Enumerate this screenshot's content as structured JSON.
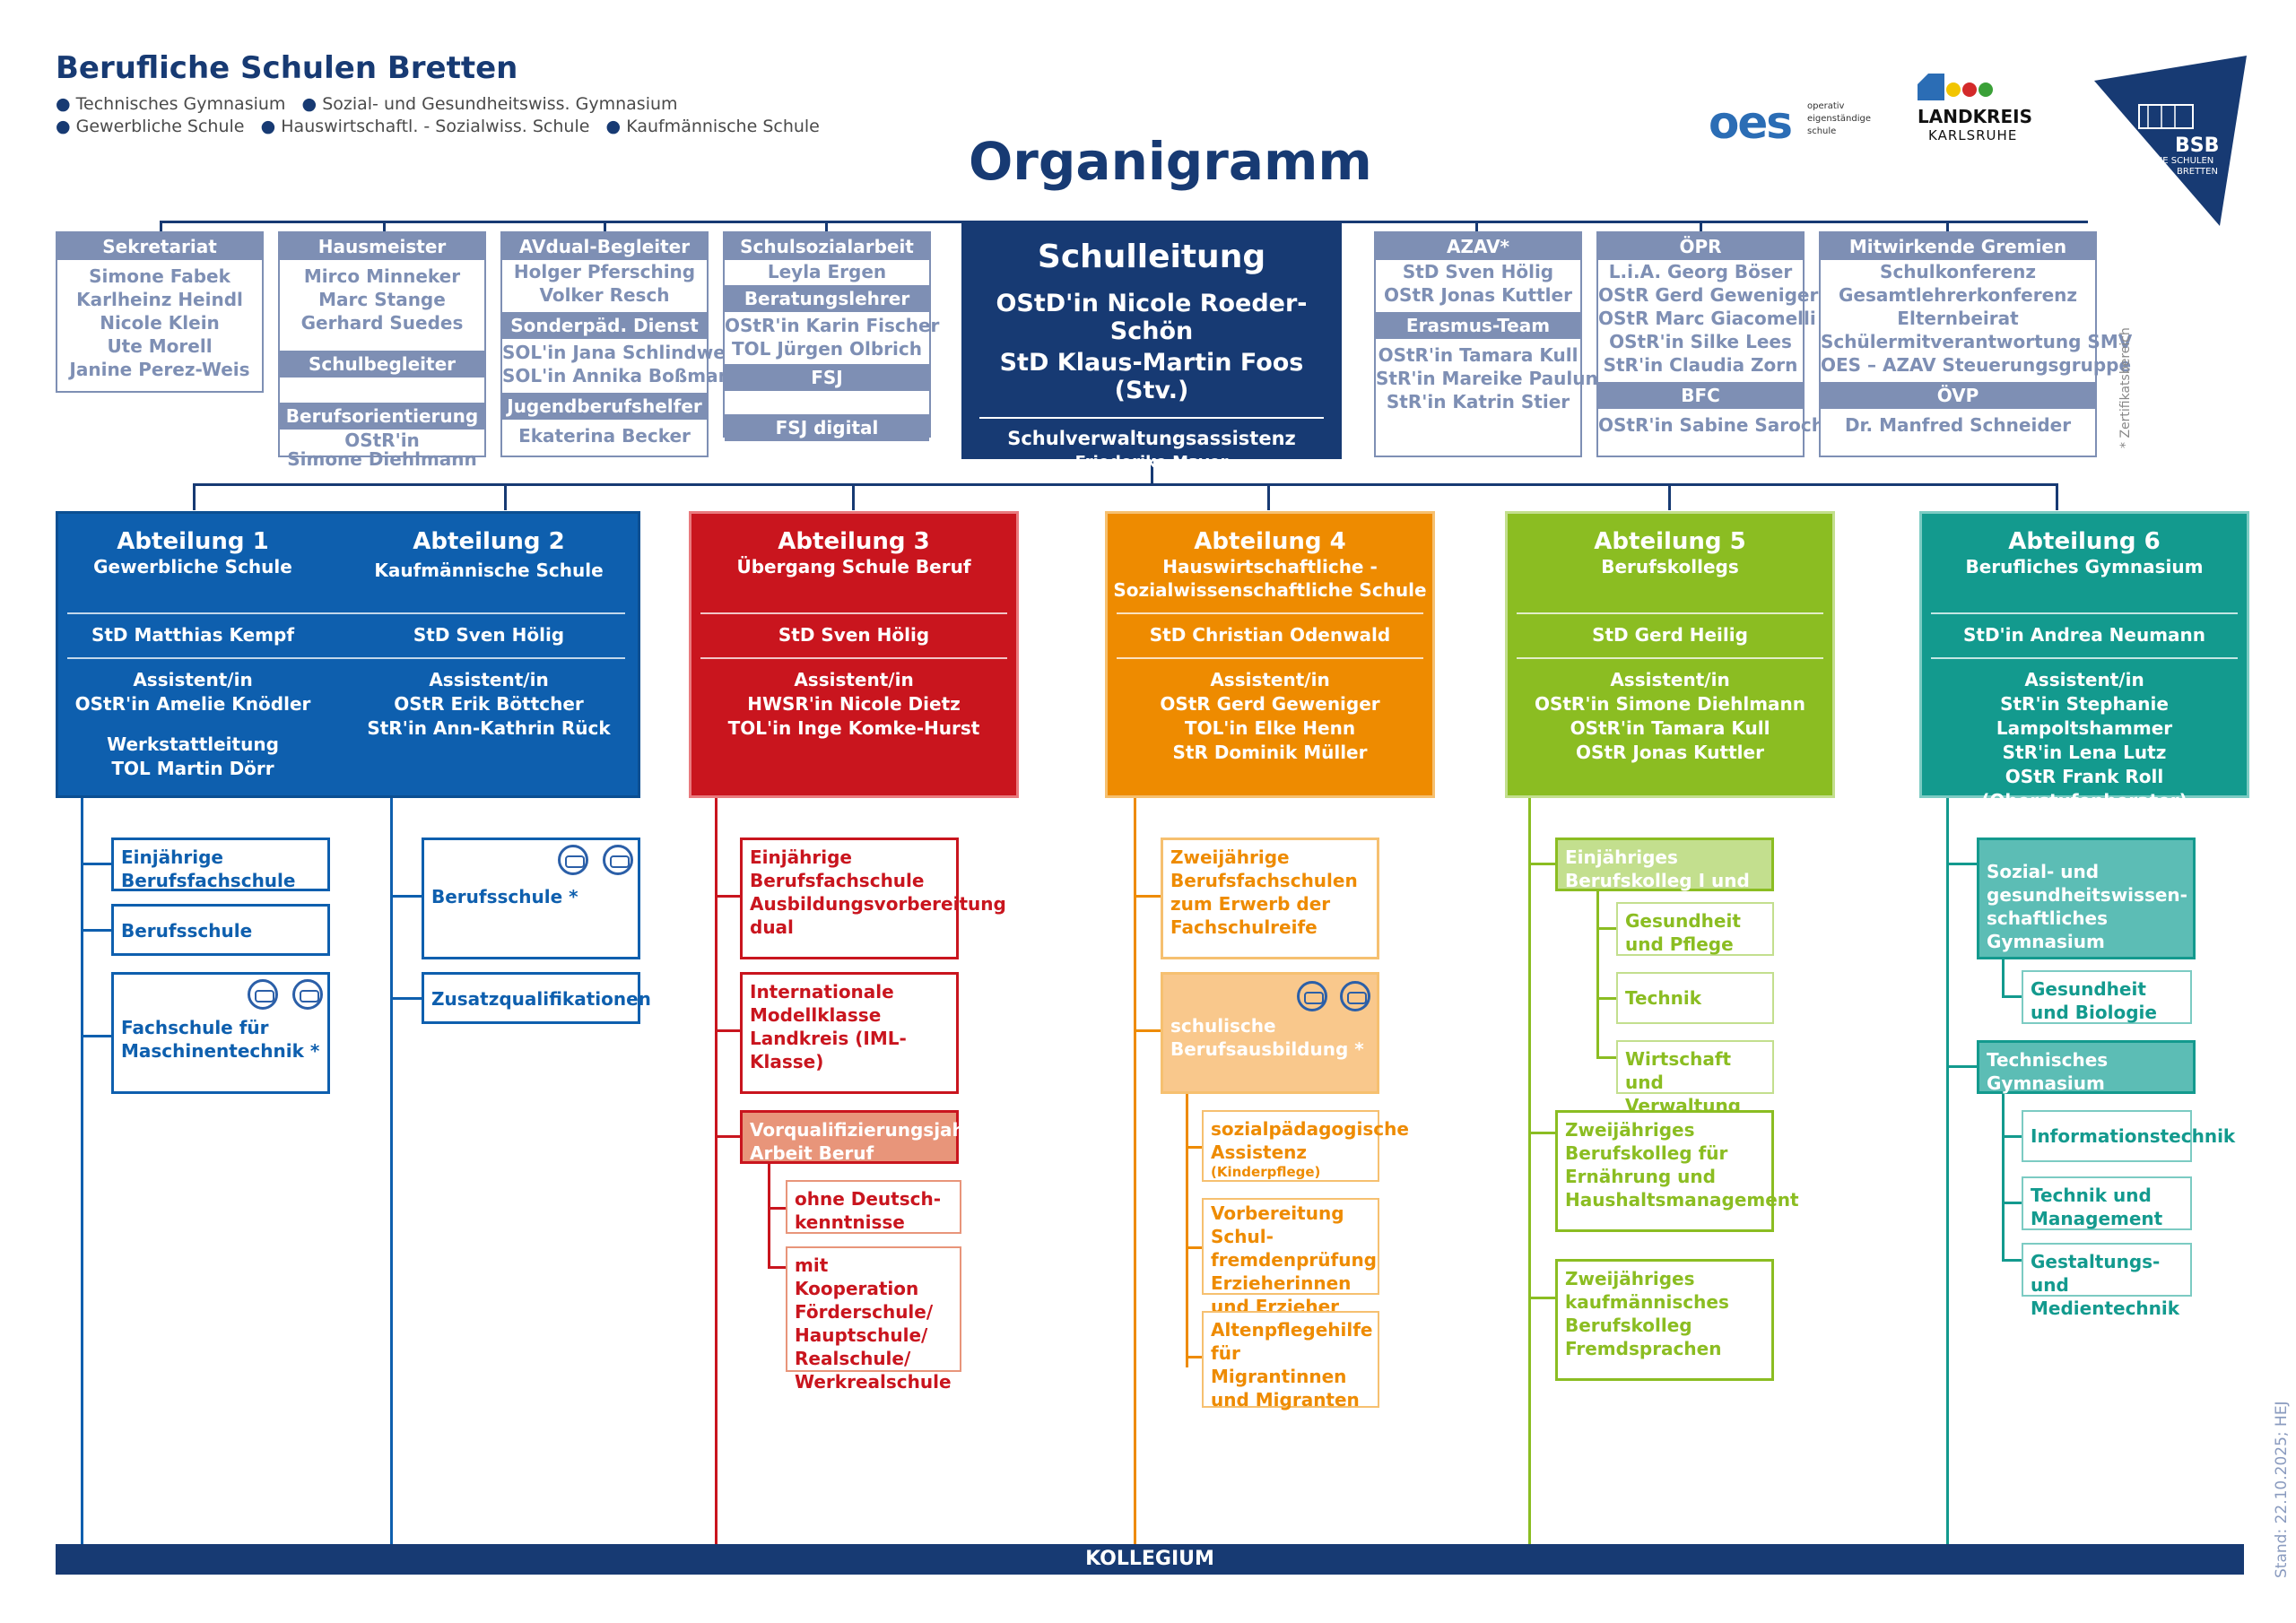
{
  "header": {
    "school": "Berufliche Schulen Bretten",
    "schools_row1": [
      "Technisches Gymnasium",
      "Sozial- und Gesundheitswiss. Gymnasium"
    ],
    "schools_row2": [
      "Gewerbliche Schule",
      "Hauswirtschaftl. - Sozialwiss. Schule",
      "Kaufmännische Schule"
    ],
    "title": "Organigramm"
  },
  "logos": {
    "oes": "oes",
    "oes_text": [
      "operativ",
      "eigenständige",
      "schule"
    ],
    "landkreis": "LANDKREIS",
    "landkreis_sub": "KARLSRUHE",
    "bsb": "BSB",
    "bsb_text": [
      "BERUFLICHE SCHULEN",
      "BRETTEN"
    ]
  },
  "leadership": {
    "title": "Schulleitung",
    "head": "OStD'in Nicole Roeder-Schön",
    "deputy": "StD Klaus-Martin Foos (Stv.)",
    "assistant_title": "Schulverwaltungsassistenz",
    "assistant": "Friederike Mayer"
  },
  "staff": {
    "sekretariat": {
      "title": "Sekretariat",
      "names": [
        "Simone Fabek",
        "Karlheinz Heindl",
        "Nicole Klein",
        "Ute Morell",
        "Janine Perez-Weis"
      ]
    },
    "hausmeister": {
      "title": "Hausmeister",
      "names": [
        "Mirco Minneker",
        "Marc Stange",
        "Gerhard Suedes"
      ]
    },
    "schulbegleiter": {
      "title": "Schulbegleiter"
    },
    "berufsorientierung": {
      "title": "Berufsorientierung",
      "names": [
        "OStR'in",
        "Simone Diehlmann"
      ]
    },
    "avdual": {
      "title": "AVdual-Begleiter",
      "names": [
        "Holger Pfersching",
        "Volker Resch"
      ]
    },
    "sonderpaed": {
      "title": "Sonderpäd. Dienst",
      "names": [
        "SOL'in Jana Schlindwein",
        "SOL'in Annika Boßmann"
      ]
    },
    "jugendberufshelfer": {
      "title": "Jugendberufshelfer",
      "names": [
        "Ekaterina Becker"
      ]
    },
    "schulsozialarbeit": {
      "title": "Schulsozialarbeit",
      "names": [
        "Leyla Ergen"
      ]
    },
    "beratungslehrer": {
      "title": "Beratungslehrer",
      "names": [
        "OStR'in Karin Fischer",
        "TOL Jürgen Olbrich"
      ]
    },
    "fsj": {
      "title": "FSJ"
    },
    "fsj_digital": {
      "title": "FSJ digital"
    },
    "azav": {
      "title": "AZAV*",
      "names": [
        "StD Sven Hölig",
        "OStR Jonas Kuttler"
      ]
    },
    "erasmus": {
      "title": "Erasmus-Team",
      "names": [
        "OStR'in Tamara Kull",
        "StR'in Mareike Paulun",
        "StR'in Katrin Stier"
      ]
    },
    "oepr": {
      "title": "ÖPR",
      "names": [
        "L.i.A. Georg Böser",
        "OStR Gerd Geweniger",
        "OStR Marc Giacomelli",
        "OStR'in Silke Lees",
        "StR'in Claudia Zorn"
      ]
    },
    "bfc": {
      "title": "BFC",
      "names": [
        "OStR'in Sabine Sarochan"
      ]
    },
    "gremien": {
      "title": "Mitwirkende Gremien",
      "names": [
        "Schulkonferenz",
        "Gesamtlehrerkonferenz",
        "Elternbeirat",
        "Schülermitverantwortung SMV",
        "OES – AZAV Steuerungsgruppe"
      ]
    },
    "oevp": {
      "title": "ÖVP",
      "names": [
        "Dr. Manfred Schneider"
      ]
    }
  },
  "side_note": "* Zertifikatsbereich",
  "stand": "Stand: 22.10.2025; HEJ",
  "departments": {
    "a1": {
      "title": "Abteilung 1",
      "sub": [
        "Gewerbliche Schule"
      ],
      "head": "StD Matthias Kempf",
      "assist_label": "Assistent/in",
      "assist": [
        "OStR'in Amelie Knödler"
      ],
      "extra_label": "Werkstattleitung",
      "extra": "TOL Martin Dörr"
    },
    "a2": {
      "title": "Abteilung 2",
      "sub": [
        "Kaufmännische Schule"
      ],
      "head": "StD Sven Hölig",
      "assist_label": "Assistent/in",
      "assist": [
        "OStR Erik Böttcher",
        "StR'in Ann-Kathrin Rück"
      ]
    },
    "a3": {
      "title": "Abteilung 3",
      "sub": [
        "Übergang Schule Beruf"
      ],
      "head": "StD Sven Hölig",
      "assist_label": "Assistent/in",
      "assist": [
        "HWSR'in Nicole Dietz",
        "TOL'in Inge Komke-Hurst"
      ]
    },
    "a4": {
      "title": "Abteilung 4",
      "sub": [
        "Hauswirtschaftliche -",
        "Sozialwissenschaftliche Schule"
      ],
      "head": "StD Christian Odenwald",
      "assist_label": "Assistent/in",
      "assist": [
        "OStR Gerd Geweniger",
        "TOL'in Elke Henn",
        "StR Dominik Müller"
      ]
    },
    "a5": {
      "title": "Abteilung 5",
      "sub": [
        "Berufskollegs"
      ],
      "head": "StD Gerd Heilig",
      "assist_label": "Assistent/in",
      "assist": [
        "OStR'in Simone Diehlmann",
        "OStR'in Tamara Kull",
        "OStR Jonas Kuttler"
      ]
    },
    "a6": {
      "title": "Abteilung 6",
      "sub": [
        "Berufliches Gymnasium"
      ],
      "head": "StD'in Andrea Neumann",
      "assist_label": "Assistent/in",
      "assist": [
        "StR'in Stephanie Lampoltshammer",
        "StR'in Lena Lutz",
        "OStR Frank Roll (Oberstufenberater)"
      ]
    }
  },
  "subunits": {
    "a1": [
      "Einjährige Berufsfachschule",
      "Berufsschule",
      "Fachschule für Maschinentechnik *"
    ],
    "a2": [
      "Berufsschule *",
      "Zusatzqualifikationen"
    ],
    "a3": [
      "Einjährige Berufsfachschule Ausbildungsvorbereitung dual",
      "Internationale Modellklasse Landkreis (IML-Klasse)",
      "Vorqualifizierungsjahr Arbeit Beruf",
      "ohne Deutsch-kenntnisse",
      "mit Kooperation Förderschule/ Hauptschule/ Realschule/ Werkrealschule"
    ],
    "a4": [
      "Zweijährige Berufsfachschulen zum Erwerb der Fachschulreife",
      "schulische Berufsausbildung *",
      "sozialpädagogische Assistenz",
      "(Kinderpflege)",
      "Vorbereitung Schul-fremdenprüfung Erzieherinnen und Erzieher",
      "Altenpflegehilfe für Migrantinnen und Migranten"
    ],
    "a5": [
      "Einjähriges Berufskolleg I und II",
      "Gesundheit und Pflege",
      "Technik",
      "Wirtschaft und Verwaltung",
      "Zweijähriges Berufskolleg für Ernährung und Haushaltsmanagement",
      "Zweijähriges kaufmännisches Berufskolleg Fremdsprachen"
    ],
    "a6": [
      "Sozial- und gesundheitswissen-schaftliches Gymnasium",
      "Gesundheit und Biologie",
      "Technisches Gymnasium",
      "Informationstechnik",
      "Technik und Management",
      "Gestaltungs- und Medientechnik"
    ]
  },
  "footer": "KOLLEGIUM",
  "colors": {
    "navy": "#173a73",
    "blue": "#0e5fae",
    "red": "#c9151e",
    "orange": "#ee8b00",
    "green": "#8bbd22",
    "teal": "#139a8e",
    "staff": "#7e8fb4"
  }
}
